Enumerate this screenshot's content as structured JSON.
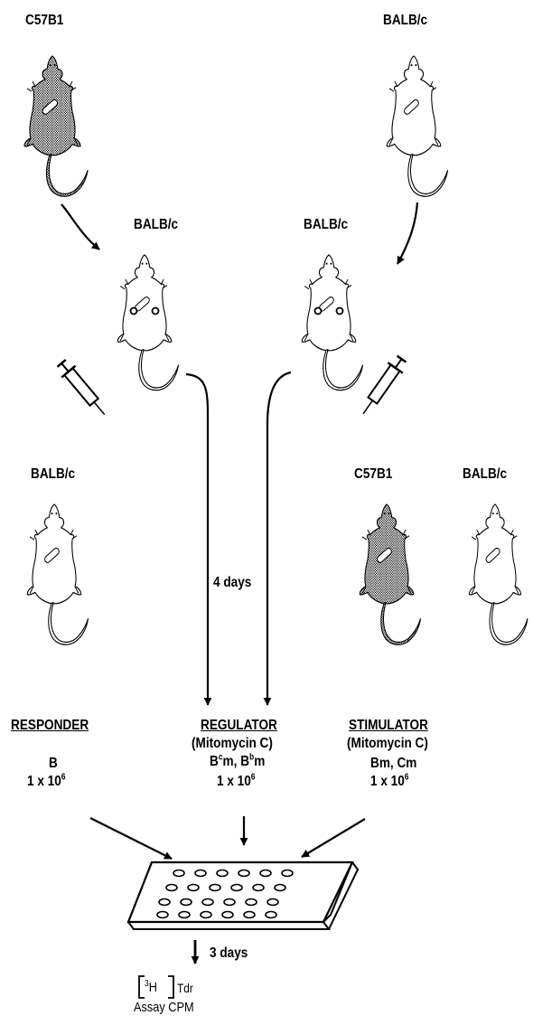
{
  "mice": {
    "top_left": "C57B1",
    "top_right": "BALB/c",
    "mid_left": "BALB/c",
    "mid_right": "BALB/c",
    "responder_strain": "BALB/c",
    "stimulator_strain_1": "C57B1",
    "stimulator_strain_2": "BALB/c"
  },
  "interval": "4 days",
  "responder": {
    "title": "RESPONDER",
    "cells": "B",
    "count_base": "1 x 10",
    "count_exp": "6"
  },
  "regulator": {
    "title": "REGULATOR",
    "treatment": "(Mitomycin C)",
    "cells_a_pre": "B",
    "cells_a_sup": "c",
    "cells_a_post": "m, B",
    "cells_b_sup": "b",
    "cells_b_post": "m",
    "count_base": "1 x 10",
    "count_exp": "6"
  },
  "stimulator": {
    "title": "STIMULATOR",
    "treatment": "(Mitomycin C)",
    "cells": "Bm, Cm",
    "count_base": "1 x 10",
    "count_exp": "6"
  },
  "culture_interval": "3 days",
  "assay": {
    "isotope_sup": "3",
    "isotope": "H",
    "compound": "Tdr",
    "line2": "Assay CPM"
  }
}
